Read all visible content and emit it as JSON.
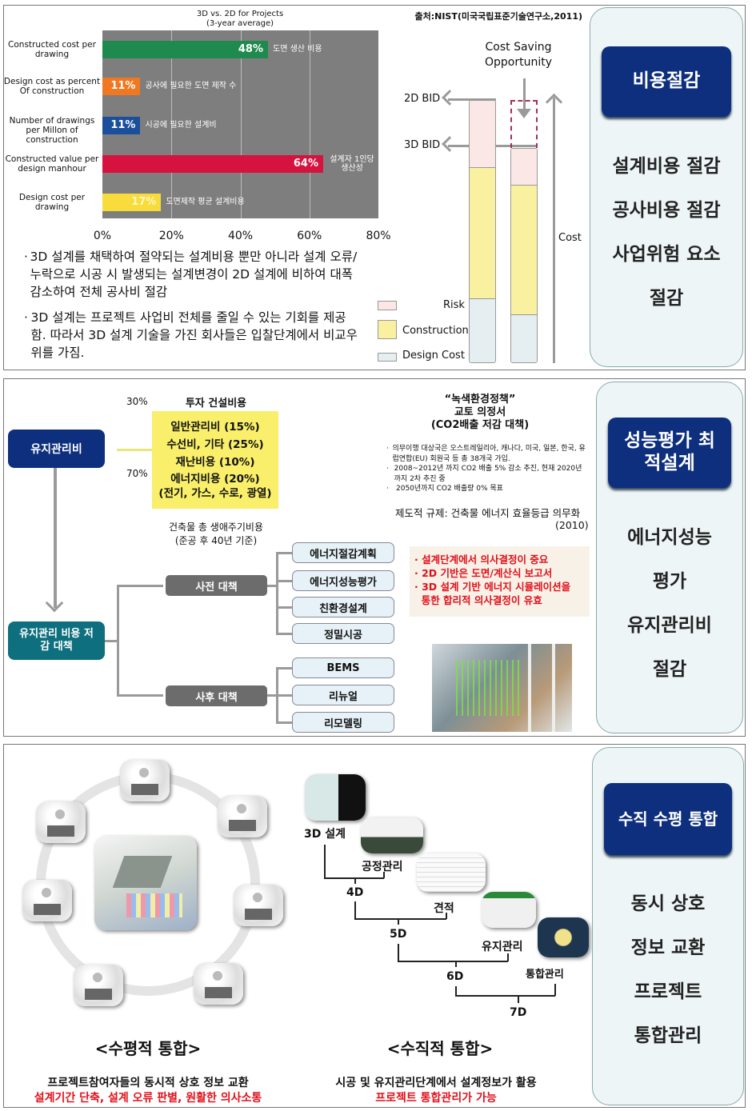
{
  "section1": {
    "chart_data": {
      "type": "bar",
      "orientation": "horizontal",
      "title": "3D vs. 2D for Projects",
      "subtitle": "(3-year average)",
      "categories": [
        "Constructed cost per drawing",
        "Design cost as percent Of construction",
        "Number of drawings per Millon of construction",
        "Constructed value per design manhour",
        "Design cost per drawing"
      ],
      "values": [
        48,
        11,
        11,
        64,
        17
      ],
      "value_labels": [
        "48%",
        "11%",
        "11%",
        "64%",
        "17%"
      ],
      "annotations": [
        "도면 생산 비용",
        "공사에 필요한 도면 제작 수",
        "시공에 필요한 설계비",
        "설계자 1인당 생산성",
        "도면제작 평균 설계비용"
      ],
      "colors": [
        "#1e8a4e",
        "#f07820",
        "#1a4f9c",
        "#d6123f",
        "#f7dc3c"
      ],
      "xticks": [
        "0%",
        "20%",
        "40%",
        "60%",
        "80%"
      ],
      "xlim": [
        0,
        80
      ],
      "grid": true
    },
    "source": "출처:NIST(미국국립표준기술연구소,2011)",
    "bullets": [
      "3D 설계를 채택하여 절약되는 설계비용 뿐만 아니라 설계 오류/누락으로 시공 시 발생되는 설계변경이 2D 설계에 비하여 대폭 감소하여 전체 공사비 절감",
      "3D 설계는 프로젝트 사업비 전체를 줄일 수 있는 기회를 제공함. 따라서 3D 설계 기술을 가진 회사들은 입찰단계에서 비교우위를 가짐."
    ],
    "cost_diagram": {
      "saving": "Cost Saving Opportunity",
      "bid2d": "2D BID",
      "bid3d": "3D BID",
      "axis": "Cost",
      "legend": [
        {
          "label": "Risk",
          "color": "#fbe7e6"
        },
        {
          "label": "Construction",
          "color": "#faf1a0"
        },
        {
          "label": "Design Cost",
          "color": "#e5eef1"
        }
      ]
    },
    "side": {
      "title": "비용절감",
      "items": [
        "설계비용 절감",
        "공사비용 절감",
        "사업위험 요소",
        "절감"
      ]
    }
  },
  "section2": {
    "maint": "유지관리비",
    "reduce": "유지관리 비용 저감 대책",
    "pct30": "30%",
    "pct70": "70%",
    "invest": "투자 건설비용",
    "yellow": [
      "일반관리비 (15%)",
      "수선비, 기타 (25%)",
      "재난비용 (10%)",
      "에너지비용 (20%)",
      "(전기, 가스, 수로, 광열)"
    ],
    "lifecycle": [
      "건축물 총 생애주기비용",
      "(준공 후 40년 기준)"
    ],
    "pre": "사전 대책",
    "post": "사후 대책",
    "pre_items": [
      "에너지절감계획",
      "에너지성능평가",
      "친환경설계",
      "정밀시공"
    ],
    "post_items": [
      "BEMS",
      "리뉴얼",
      "리모델링"
    ],
    "policy_title": [
      "“녹색환경정책”",
      "교토 의정서",
      "(CO2배출 저감 대책)"
    ],
    "policy_bullets": [
      "의무이행 대상국은 오스트레일리아, 캐나다, 미국, 일본, 한국, 유럽연합(EU) 회원국 등 총 38개국 가입.",
      "2008~2012년 까지 CO2 배출 5% 감소 추진, 현재 2020년까지 2차 추진 중",
      "2050년까지 CO2  배출량 0% 목표"
    ],
    "regulation": "제도적 규제: 건축물 에너지 효율등급 의무화",
    "regulation_year": "(2010)",
    "notes": [
      "· 설계단계에서 의사결정이 중요",
      "· 2D 기반은 도면/계산식 보고서",
      "· 3D 설계 기반 에너지 시뮬레이션을",
      "  통한 합리적 의사결정이 유효"
    ],
    "side": {
      "title": "성능평가 최적설계",
      "items": [
        "에너지성능",
        "평가",
        "유지관리비",
        "절감"
      ]
    }
  },
  "section3": {
    "horizontal_title": "<수평적 통합>",
    "vertical_title": "<수직적 통합>",
    "horizontal_desc": "프로젝트참여자들의 동시적 상호 정보 교환",
    "horizontal_red": "설계기간 단축, 설계 오류 판별, 원활한 의사소통",
    "vertical_desc": "시공 및 유지관리단계에서 설계정보가 활용",
    "vertical_red": "프로젝트 통합관리가 가능",
    "steps": [
      "3D 설계",
      "공정관리",
      "견적",
      "유지관리",
      "통합관리"
    ],
    "dims": [
      "4D",
      "5D",
      "6D",
      "7D"
    ],
    "side": {
      "title": "수직 수평 통합",
      "items": [
        "동시 상호",
        "정보 교환",
        "프로젝트",
        "통합관리"
      ]
    },
    "accent_red": "#e0101a"
  }
}
